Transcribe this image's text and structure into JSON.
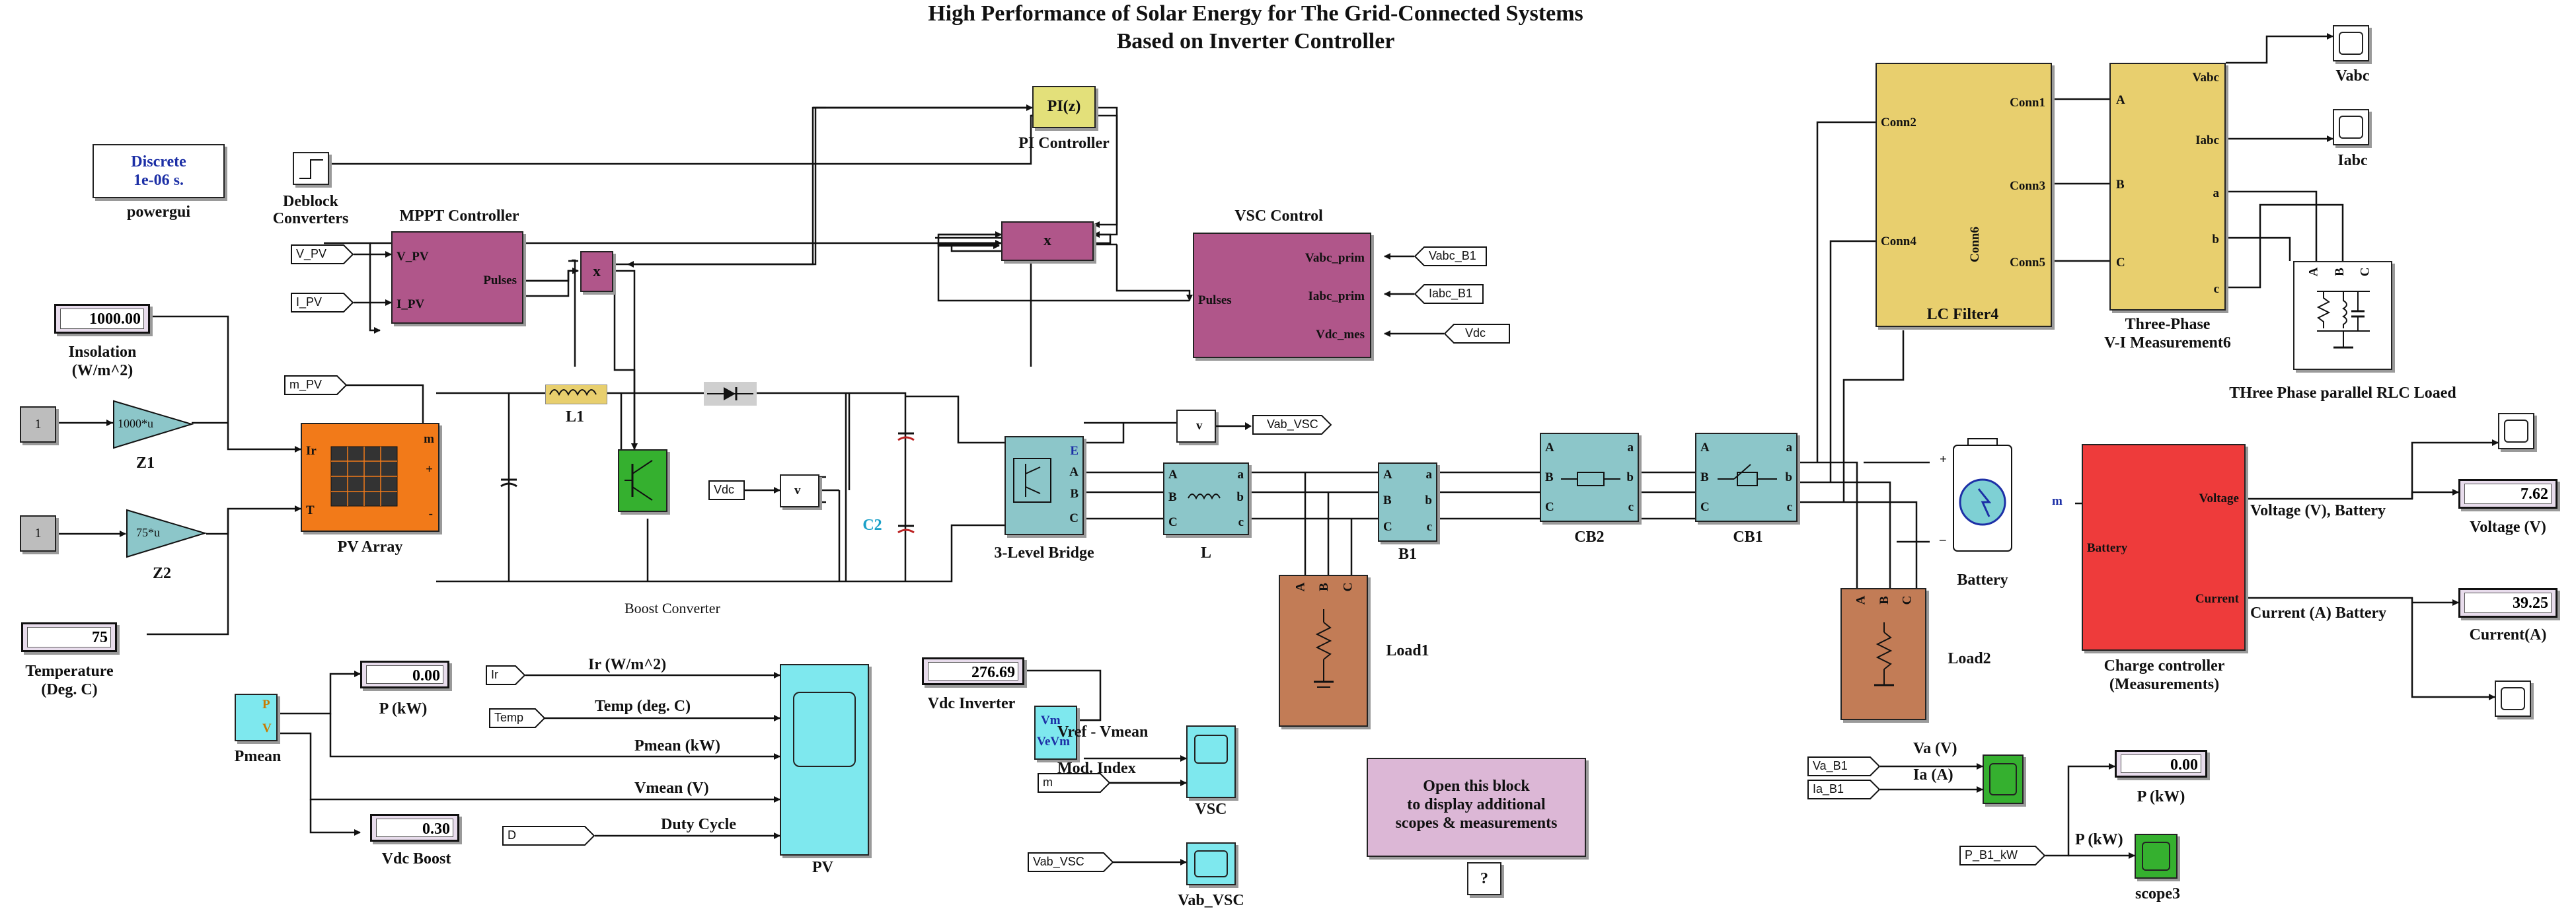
{
  "title": {
    "line1": "High Performance of Solar Energy for The Grid-Connected Systems",
    "line2": "Based on Inverter Controller"
  },
  "powergui": {
    "line1": "Discrete",
    "line2": "1e-06 s.",
    "label": "powergui"
  },
  "deblock": {
    "label1": "Deblock",
    "label2": "Converters"
  },
  "pi": {
    "text": "PI(z)",
    "label": "PI Controller"
  },
  "mppt": {
    "label": "MPPT Controller",
    "in1": "V_PV",
    "in2": "I_PV",
    "out": "Pulses"
  },
  "tags": {
    "v_pv": "V_PV",
    "i_pv": "I_PV",
    "m_pv": "m_PV",
    "vdc_boost": "Vdc",
    "vab_vsc_out": "Vab_VSC",
    "vabc_b1": "Vabc_B1",
    "iabc_b1": "Iabc_B1",
    "vdc_ctrl": "Vdc",
    "ir": "Ir",
    "temp": "Temp",
    "d": "D",
    "m": "m",
    "vab_vsc_in": "Vab_VSC",
    "va_b1": "Va_B1",
    "ia_b1": "Ia_B1",
    "p_b1": "P_B1_kW"
  },
  "mult": {
    "sym": "x"
  },
  "vsc_control": {
    "label": "VSC Control",
    "in": "Pulses",
    "out1": "Vabc_prim",
    "out2": "Iabc_prim",
    "out3": "Vdc_mes"
  },
  "insolation": {
    "value": "1000.00",
    "label1": "Insolation",
    "label2": "(W/m^2)"
  },
  "const1": {
    "value": "1"
  },
  "const2": {
    "value": "1"
  },
  "z1": {
    "gain": "1000*u",
    "label": "Z1"
  },
  "z2": {
    "gain": "75*u",
    "label": "Z2"
  },
  "pv_array": {
    "label": "PV Array",
    "p_ir": "Ir",
    "p_t": "T",
    "p_m": "m",
    "p_plus": "+",
    "p_minus": "-"
  },
  "temperature": {
    "value": "75",
    "label1": "Temperature",
    "label2": "(Deg. C)"
  },
  "l1": {
    "label": "L1"
  },
  "boost": {
    "label": "Boost Converter"
  },
  "c2": {
    "label": "C2"
  },
  "bridge": {
    "label": "3-Level Bridge",
    "pa": "A",
    "pb": "B",
    "pc": "C",
    "pe": "E"
  },
  "l": {
    "label": "L",
    "a": "A",
    "b": "B",
    "c": "C",
    "a2": "a",
    "b2": "b",
    "c2": "c"
  },
  "b1": {
    "label": "B1",
    "a": "A",
    "b": "B",
    "c": "C",
    "a2": "a",
    "b2": "b",
    "c2": "c"
  },
  "cb2": {
    "label": "CB2",
    "a": "A",
    "b": "B",
    "c": "C",
    "a2": "a",
    "b2": "b",
    "c2": "c"
  },
  "cb1": {
    "label": "CB1",
    "a": "A",
    "b": "B",
    "c": "C",
    "a2": "a",
    "b2": "b",
    "c2": "c"
  },
  "load1": {
    "label": "Load1",
    "a": "A",
    "b": "B",
    "c": "C"
  },
  "load2": {
    "label": "Load2",
    "a": "A",
    "b": "B",
    "c": "C"
  },
  "lcfilter": {
    "label": "LC Filter4",
    "conn1": "Conn1",
    "conn2": "Conn2",
    "conn3": "Conn3",
    "conn4": "Conn4",
    "conn5": "Conn5",
    "conn6": "Conn6"
  },
  "vimeas": {
    "label1": "Three-Phase",
    "label2": "V-I Measurement6",
    "a_in": "A",
    "b_in": "B",
    "c_in": "C",
    "vabc": "Vabc",
    "iabc": "Iabc",
    "a": "a",
    "b": "b",
    "c": "c"
  },
  "scopes": {
    "vabc": "Vabc",
    "iabc": "Iabc",
    "vsc": "VSC",
    "vab_vsc": "Vab_VSC",
    "scope3": "scope3",
    "pv": "PV"
  },
  "rlc": {
    "label": "THree Phase parallel RLC Loaed",
    "a": "A",
    "b": "B",
    "c": "C"
  },
  "battery": {
    "label": "Battery",
    "plus": "+",
    "minus": "_",
    "m": "m"
  },
  "charge": {
    "label1": "Charge controller",
    "label2": "(Measurements)",
    "in": "Battery",
    "out1": "Voltage",
    "out2": "Current"
  },
  "voltage_disp": {
    "value": "7.62",
    "label": "Voltage (V)",
    "line": "Voltage (V),  Battery"
  },
  "current_disp": {
    "value": "39.25",
    "label": "Current(A)",
    "line": "Current (A) Battery"
  },
  "pmean_blk": {
    "p": "P",
    "v": "V",
    "label": "Pmean"
  },
  "p_kw_disp": {
    "value": "0.00",
    "label": "P (kW)"
  },
  "vdc_boost_disp": {
    "value": "0.30",
    "label": "Vdc Boost"
  },
  "pv_signals": {
    "s1": "Ir (W/m^2)",
    "s2": "Temp (deg. C)",
    "s3": "Pmean  (kW)",
    "s4": "Vmean (V)",
    "s5": "Duty Cycle"
  },
  "vdc_inv_disp": {
    "value": "276.69",
    "label": "Vdc Inverter"
  },
  "vref_blk": {
    "t1": "Vm",
    "t2": "VeVm"
  },
  "vsc_signals": {
    "s1": "Vref - Vmean",
    "s2": "Mod. Index"
  },
  "info": {
    "line1": "Open this block",
    "line2": "to display additional",
    "line3": "scopes & measurements",
    "q": "?"
  },
  "meas_b1": {
    "va": "Va (V)",
    "ia": "Ia (A)"
  },
  "p_b1_disp": {
    "value": "0.00",
    "label": "P (kW)",
    "line": "P (kW)"
  },
  "colors": {
    "magenta": "#b0568a",
    "teal": "#8cc6c9",
    "gold": "#e8cf6e",
    "red": "#ee3b3b",
    "copper": "#c27c56",
    "cyan": "#7ee8ee",
    "orange": "#f27a19",
    "green": "#35b02f"
  }
}
